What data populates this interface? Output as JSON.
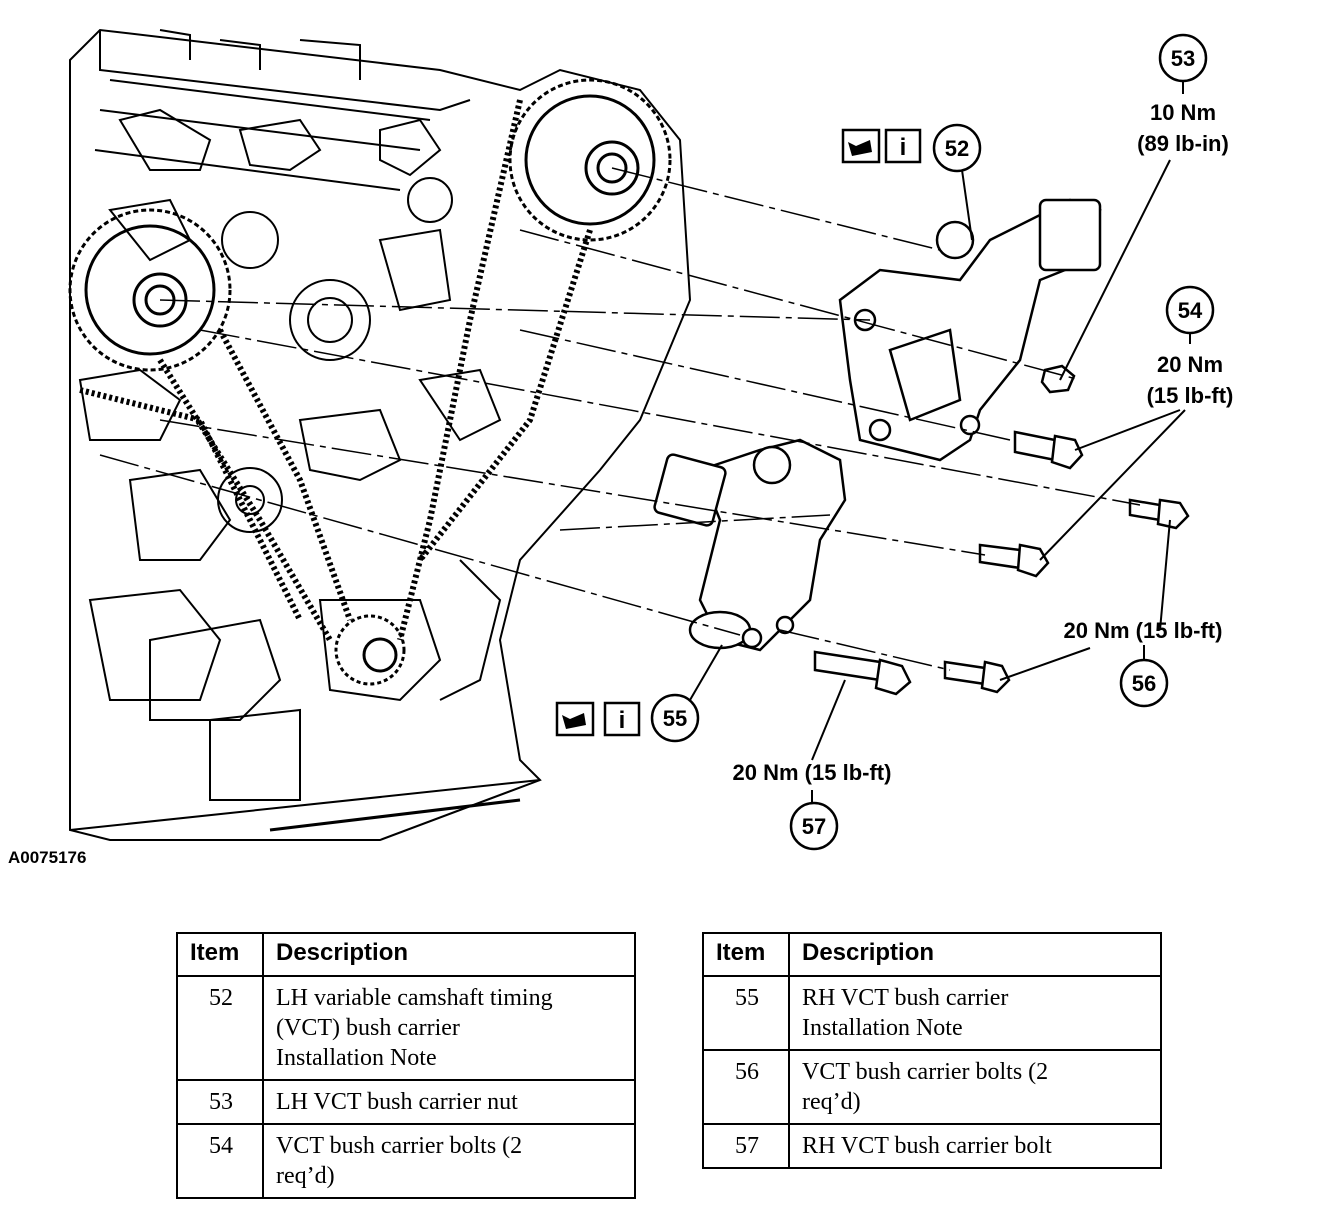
{
  "figure_id": "A0075176",
  "callouts": [
    {
      "id": "52",
      "icons": [
        "oil-can-icon",
        "info-icon"
      ]
    },
    {
      "id": "53",
      "torque_nm": "10 Nm",
      "torque_imperial": "(89 lb-in)"
    },
    {
      "id": "54",
      "torque_nm": "20 Nm",
      "torque_imperial": "(15 lb-ft)"
    },
    {
      "id": "55",
      "icons": [
        "oil-can-icon",
        "info-icon"
      ]
    },
    {
      "id": "56",
      "torque": "20 Nm (15 lb-ft)"
    },
    {
      "id": "57",
      "torque": "20 Nm (15 lb-ft)"
    }
  ],
  "info_icon_glyph": "i",
  "legend": {
    "headers": {
      "item": "Item",
      "description": "Description"
    },
    "left": [
      {
        "item": "52",
        "description": [
          "LH variable camshaft timing",
          "(VCT) bush carrier",
          "Installation Note"
        ]
      },
      {
        "item": "53",
        "description": [
          "LH VCT bush carrier nut"
        ]
      },
      {
        "item": "54",
        "description": [
          "VCT bush carrier bolts (2",
          "req’d)"
        ]
      }
    ],
    "right": [
      {
        "item": "55",
        "description": [
          "RH VCT bush carrier",
          "Installation Note"
        ]
      },
      {
        "item": "56",
        "description": [
          "VCT bush carrier bolts (2",
          "req’d)"
        ]
      },
      {
        "item": "57",
        "description": [
          "RH VCT bush carrier bolt"
        ]
      }
    ]
  }
}
